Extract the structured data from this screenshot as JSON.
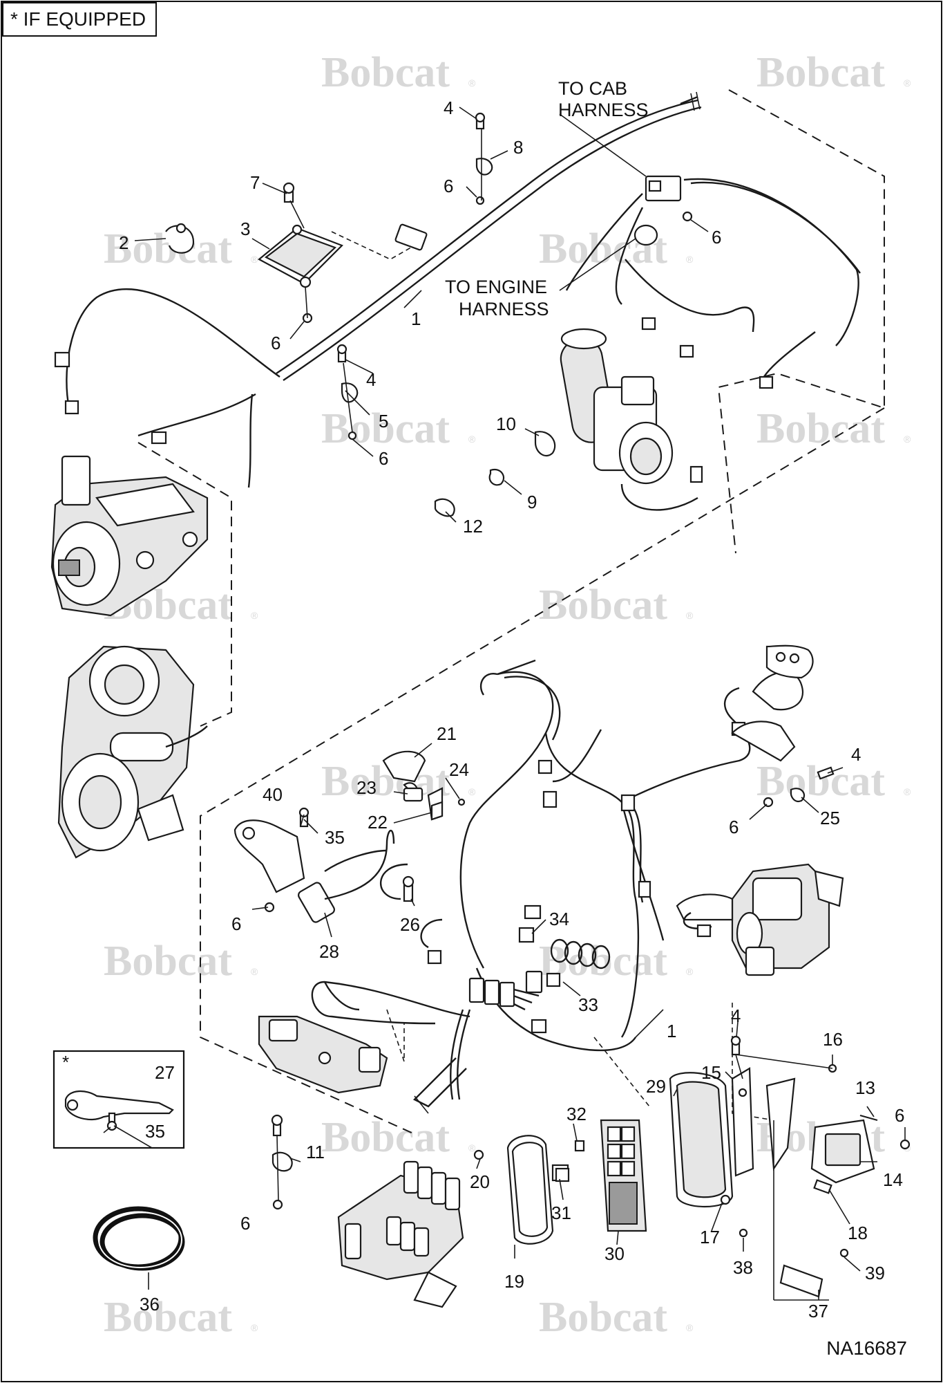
{
  "note": "* IF EQUIPPED",
  "document_id": "NA16687",
  "watermark": "Bobcat",
  "inset_marker": "*",
  "harness_labels": {
    "cab_line1": "TO CAB",
    "cab_line2": "HARNESS",
    "engine_line1": "TO ENGINE",
    "engine_line2": "HARNESS"
  },
  "callouts": [
    "4",
    "8",
    "6",
    "7",
    "3",
    "2",
    "6",
    "1",
    "6",
    "4",
    "5",
    "6",
    "10",
    "9",
    "12",
    "21",
    "24",
    "4",
    "23",
    "22",
    "40",
    "35",
    "6",
    "25",
    "6",
    "26",
    "28",
    "34",
    "33",
    "1",
    "27",
    "35",
    "4",
    "16",
    "15",
    "29",
    "13",
    "6",
    "32",
    "20",
    "31",
    "14",
    "11",
    "6",
    "17",
    "18",
    "30",
    "19",
    "38",
    "39",
    "37",
    "36"
  ]
}
